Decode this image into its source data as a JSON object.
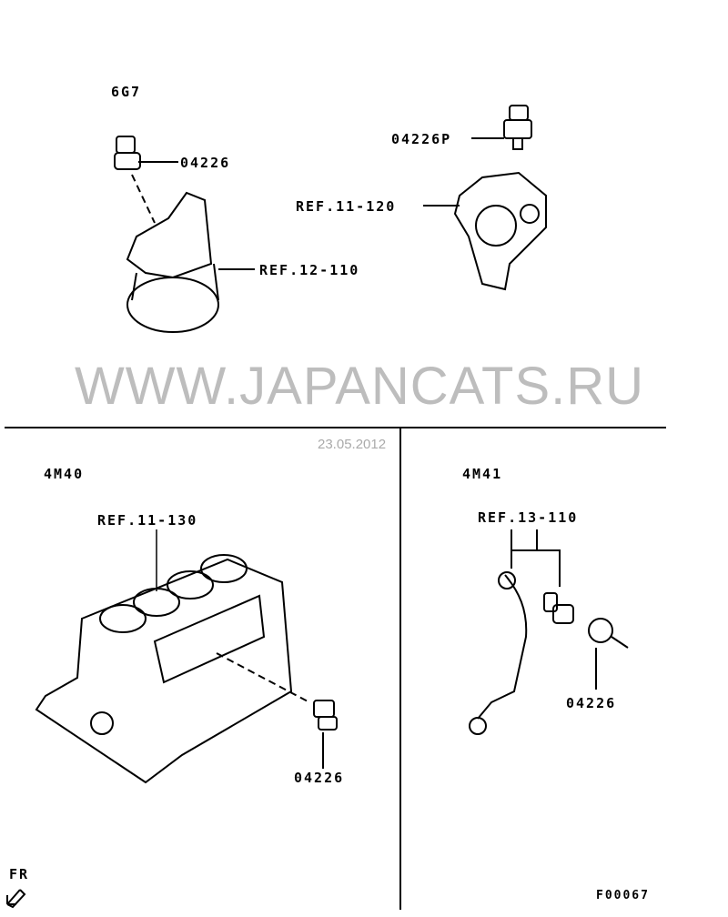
{
  "figure_code": "F00067",
  "direction": "FR",
  "watermark": {
    "text": "WWW.JAPANCATS.RU",
    "date": "23.05.2012"
  },
  "sections": {
    "top": {
      "engine": "6G7",
      "labels": [
        "04226",
        "REF.12-110",
        "04226P",
        "REF.11-120"
      ]
    },
    "bottom_left": {
      "engine": "4M40",
      "labels": [
        "REF.11-130",
        "04226"
      ]
    },
    "bottom_right": {
      "engine": "4M41",
      "labels": [
        "REF.13-110",
        "04226"
      ]
    }
  }
}
